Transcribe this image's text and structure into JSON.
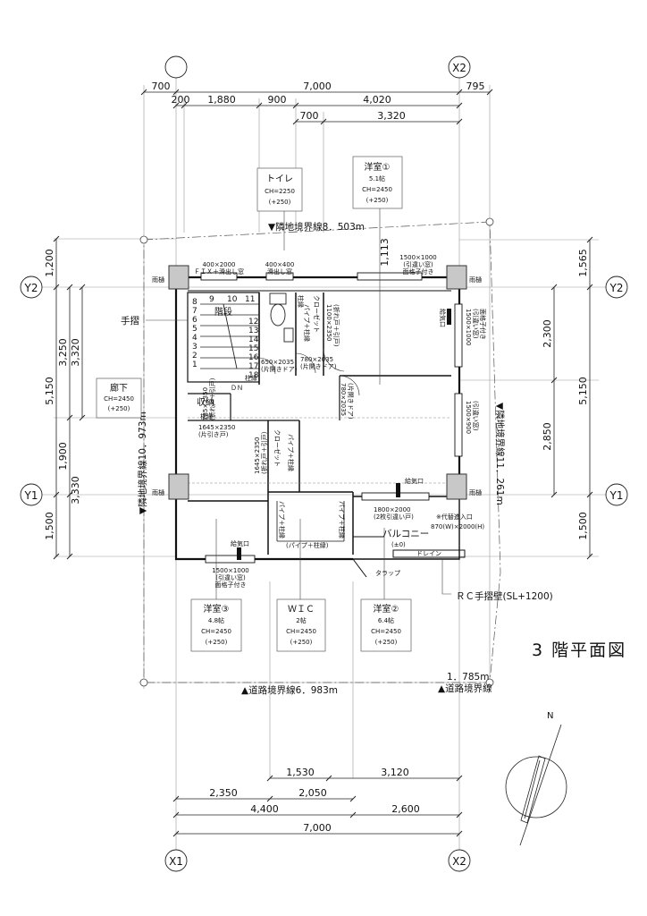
{
  "title": "3 階平面図",
  "grid_labels": {
    "x1": "X1",
    "x2": "X2",
    "y1": "Y1",
    "y2": "Y2"
  },
  "dims": {
    "top1": [
      "700",
      "7,000",
      "795"
    ],
    "top2": [
      "200",
      "1,880",
      "900",
      "4,020"
    ],
    "top3": [
      "700",
      "3,320"
    ],
    "bottom1": [
      "1,530",
      "3,120"
    ],
    "bottom2": [
      "2,350",
      "2,050"
    ],
    "bottom3": [
      "4,400",
      "2,600"
    ],
    "bottom4": "7,000",
    "left_outer": [
      "1,200",
      "5,150",
      "1,500"
    ],
    "left_mid": [
      "3,250",
      "1,900",
      "3,330"
    ],
    "left_inner": "3,320",
    "right_outer": [
      "1,565",
      "5,150",
      "1,500"
    ],
    "right_inner": [
      "2,300",
      "2,850"
    ],
    "top_1113": "1,113"
  },
  "boundaries": {
    "north": "▼隣地境界線8．503m",
    "east": "▼隣地境界線11．261m",
    "west": "▼隣地境界線10．973m",
    "south": "▲道路境界線6．983m",
    "south_east_len": "1．785m",
    "south_east": "▲道路境界線"
  },
  "rooms": {
    "toilet": {
      "name": "トイレ",
      "ch": "CH=2250",
      "h": "(+250)"
    },
    "west1": {
      "name": "洋室①",
      "area": "5.1帖",
      "ch": "CH=2450",
      "h": "(+250)"
    },
    "hall": {
      "name": "廊下",
      "ch": "CH=2450",
      "h": "(+250)"
    },
    "west3": {
      "name": "洋室③",
      "area": "4.8帖",
      "ch": "CH=2450",
      "h": "(+250)"
    },
    "wic": {
      "name": "ＷＩＣ",
      "area": "2帖",
      "ch": "CH=2450",
      "h": "(+250)"
    },
    "west2": {
      "name": "洋室②",
      "area": "6.4帖",
      "ch": "CH=2450",
      "h": "(+250)"
    }
  },
  "labels": {
    "handrail": "手摺",
    "stairs": "階段",
    "storage": "収納",
    "balcony": "バルコニー",
    "balcony_level": "(±0)",
    "trap": "タラップ",
    "rc_wall": "ＲＣ手摺壁(SL+1200)",
    "alt_entry": "※代替進入口",
    "alt_entry_size": "870(W)×2000(H)",
    "dn": "ＤＮ",
    "drain": "ドレイン"
  },
  "small_labels": {
    "win_top_left": "400×2000",
    "win_top_left_note": "ＦＩＸ＋滑出し窓",
    "win_top_mid": "400×400",
    "win_top_mid_note": "滑出し窓",
    "win_top_right": "1500×1000",
    "win_top_right_note1": "(引違い窓)",
    "win_top_right_note2": "面格子付き",
    "rain1": "雨樋",
    "rain2": "雨樋",
    "rain3": "雨樋",
    "rain4": "雨樋",
    "door_toilet": "650×2035",
    "door_toilet_note": "(片開きドア)",
    "door_west1": "780×2035",
    "door_west1_note": "(片開きドア)",
    "door_west2": "780×2035",
    "door_west2_note": "(片開きドア)",
    "closet1": "1100×2350",
    "closet1_note": "(折れ戸＋引戸)",
    "storage_door": "785×2350",
    "storage_door_note": "(折れ戸＋引戸)",
    "hall_door": "1645×2350",
    "hall_door_note": "(片引き戸)",
    "closet3": "1645×2350",
    "closet3_note": "(折れ戸＋引戸)",
    "east_win1": "1500×1000",
    "east_win1_note1": "(引違い窓)",
    "east_win1_note2": "面格子付き",
    "east_win2": "1500×900",
    "east_win2_note": "(引違い窓)",
    "bal_door": "1800×2000",
    "bal_door_note": "(2枚引違い戸)",
    "win_bottom": "1500×1000",
    "win_bottom_note1": "(引違い窓)",
    "win_bottom_note2": "面格子付き",
    "vent1": "給気口",
    "vent2": "給気口",
    "vent3": "給気口",
    "pillar1": "柱縁",
    "pillar2": "柱縁",
    "pillar3": "柱縁",
    "pipe_shaft_1": "パイプ＋柱縁",
    "pipe_shaft_2": "パイプ＋柱縁",
    "pipe_shaft_3": "パイプ＋柱縁",
    "pipe_shaft_4": "パイプ＋柱縁",
    "pipe_shaft_5": "(パイプ＋柱縁)",
    "closet_word_1": "クローゼット",
    "closet_word_2": "クローゼット"
  },
  "stair_numbers": [
    "1",
    "2",
    "3",
    "4",
    "5",
    "6",
    "7",
    "8",
    "9",
    "10",
    "11",
    "12",
    "13",
    "14",
    "15",
    "16",
    "17",
    "18"
  ],
  "north_mark": "N"
}
